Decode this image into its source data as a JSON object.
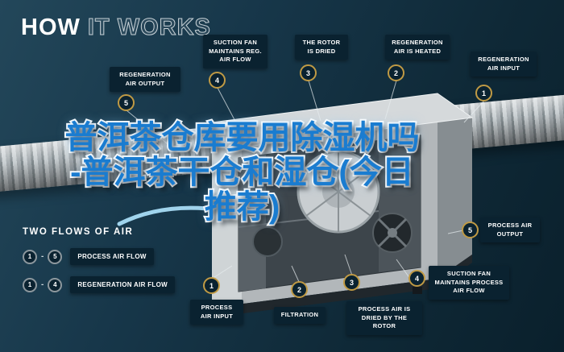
{
  "title": {
    "bold": "HOW",
    "light": "IT WORKS"
  },
  "overlay": {
    "lines": [
      "普洱茶仓库要用除湿机吗",
      "-普洱茶干仓和湿仓(今日",
      "推荐)"
    ]
  },
  "callouts": [
    {
      "num": "4",
      "label": "SUCTION FAN MAINTAINS REG. AIR FLOW"
    },
    {
      "num": "3",
      "label": "THE ROTOR IS DRIED"
    },
    {
      "num": "2",
      "label": "REGENERATION AIR IS HEATED"
    },
    {
      "num": "1",
      "label": "REGENERATION AIR INPUT"
    },
    {
      "num": "5",
      "label": "REGENERATION AIR OUTPUT"
    },
    {
      "num": "5",
      "label": "PROCESS AIR OUTPUT"
    },
    {
      "num": "4",
      "label": "SUCTION FAN MAINTAINS PROCESS AIR FLOW"
    },
    {
      "num": "3",
      "label": "PROCESS AIR IS DRIED BY THE ROTOR"
    },
    {
      "num": "2",
      "label": "FILTRATION"
    },
    {
      "num": "1",
      "label": "PROCESS AIR INPUT"
    }
  ],
  "legend": {
    "heading": "TWO FLOWS OF AIR",
    "separator": "-",
    "rows": [
      {
        "start": "1",
        "end": "5",
        "label": "PROCESS AIR FLOW"
      },
      {
        "start": "1",
        "end": "4",
        "label": "REGENERATION AIR FLOW"
      }
    ]
  },
  "colors": {
    "background": "#15333f",
    "label_background": "#0a2230",
    "badge_border_gold": "#c09a44",
    "legend_badge_border": "#8d989e",
    "overlay_text_blue": "#1a7cd0",
    "overlay_outline": "#ffffff"
  }
}
